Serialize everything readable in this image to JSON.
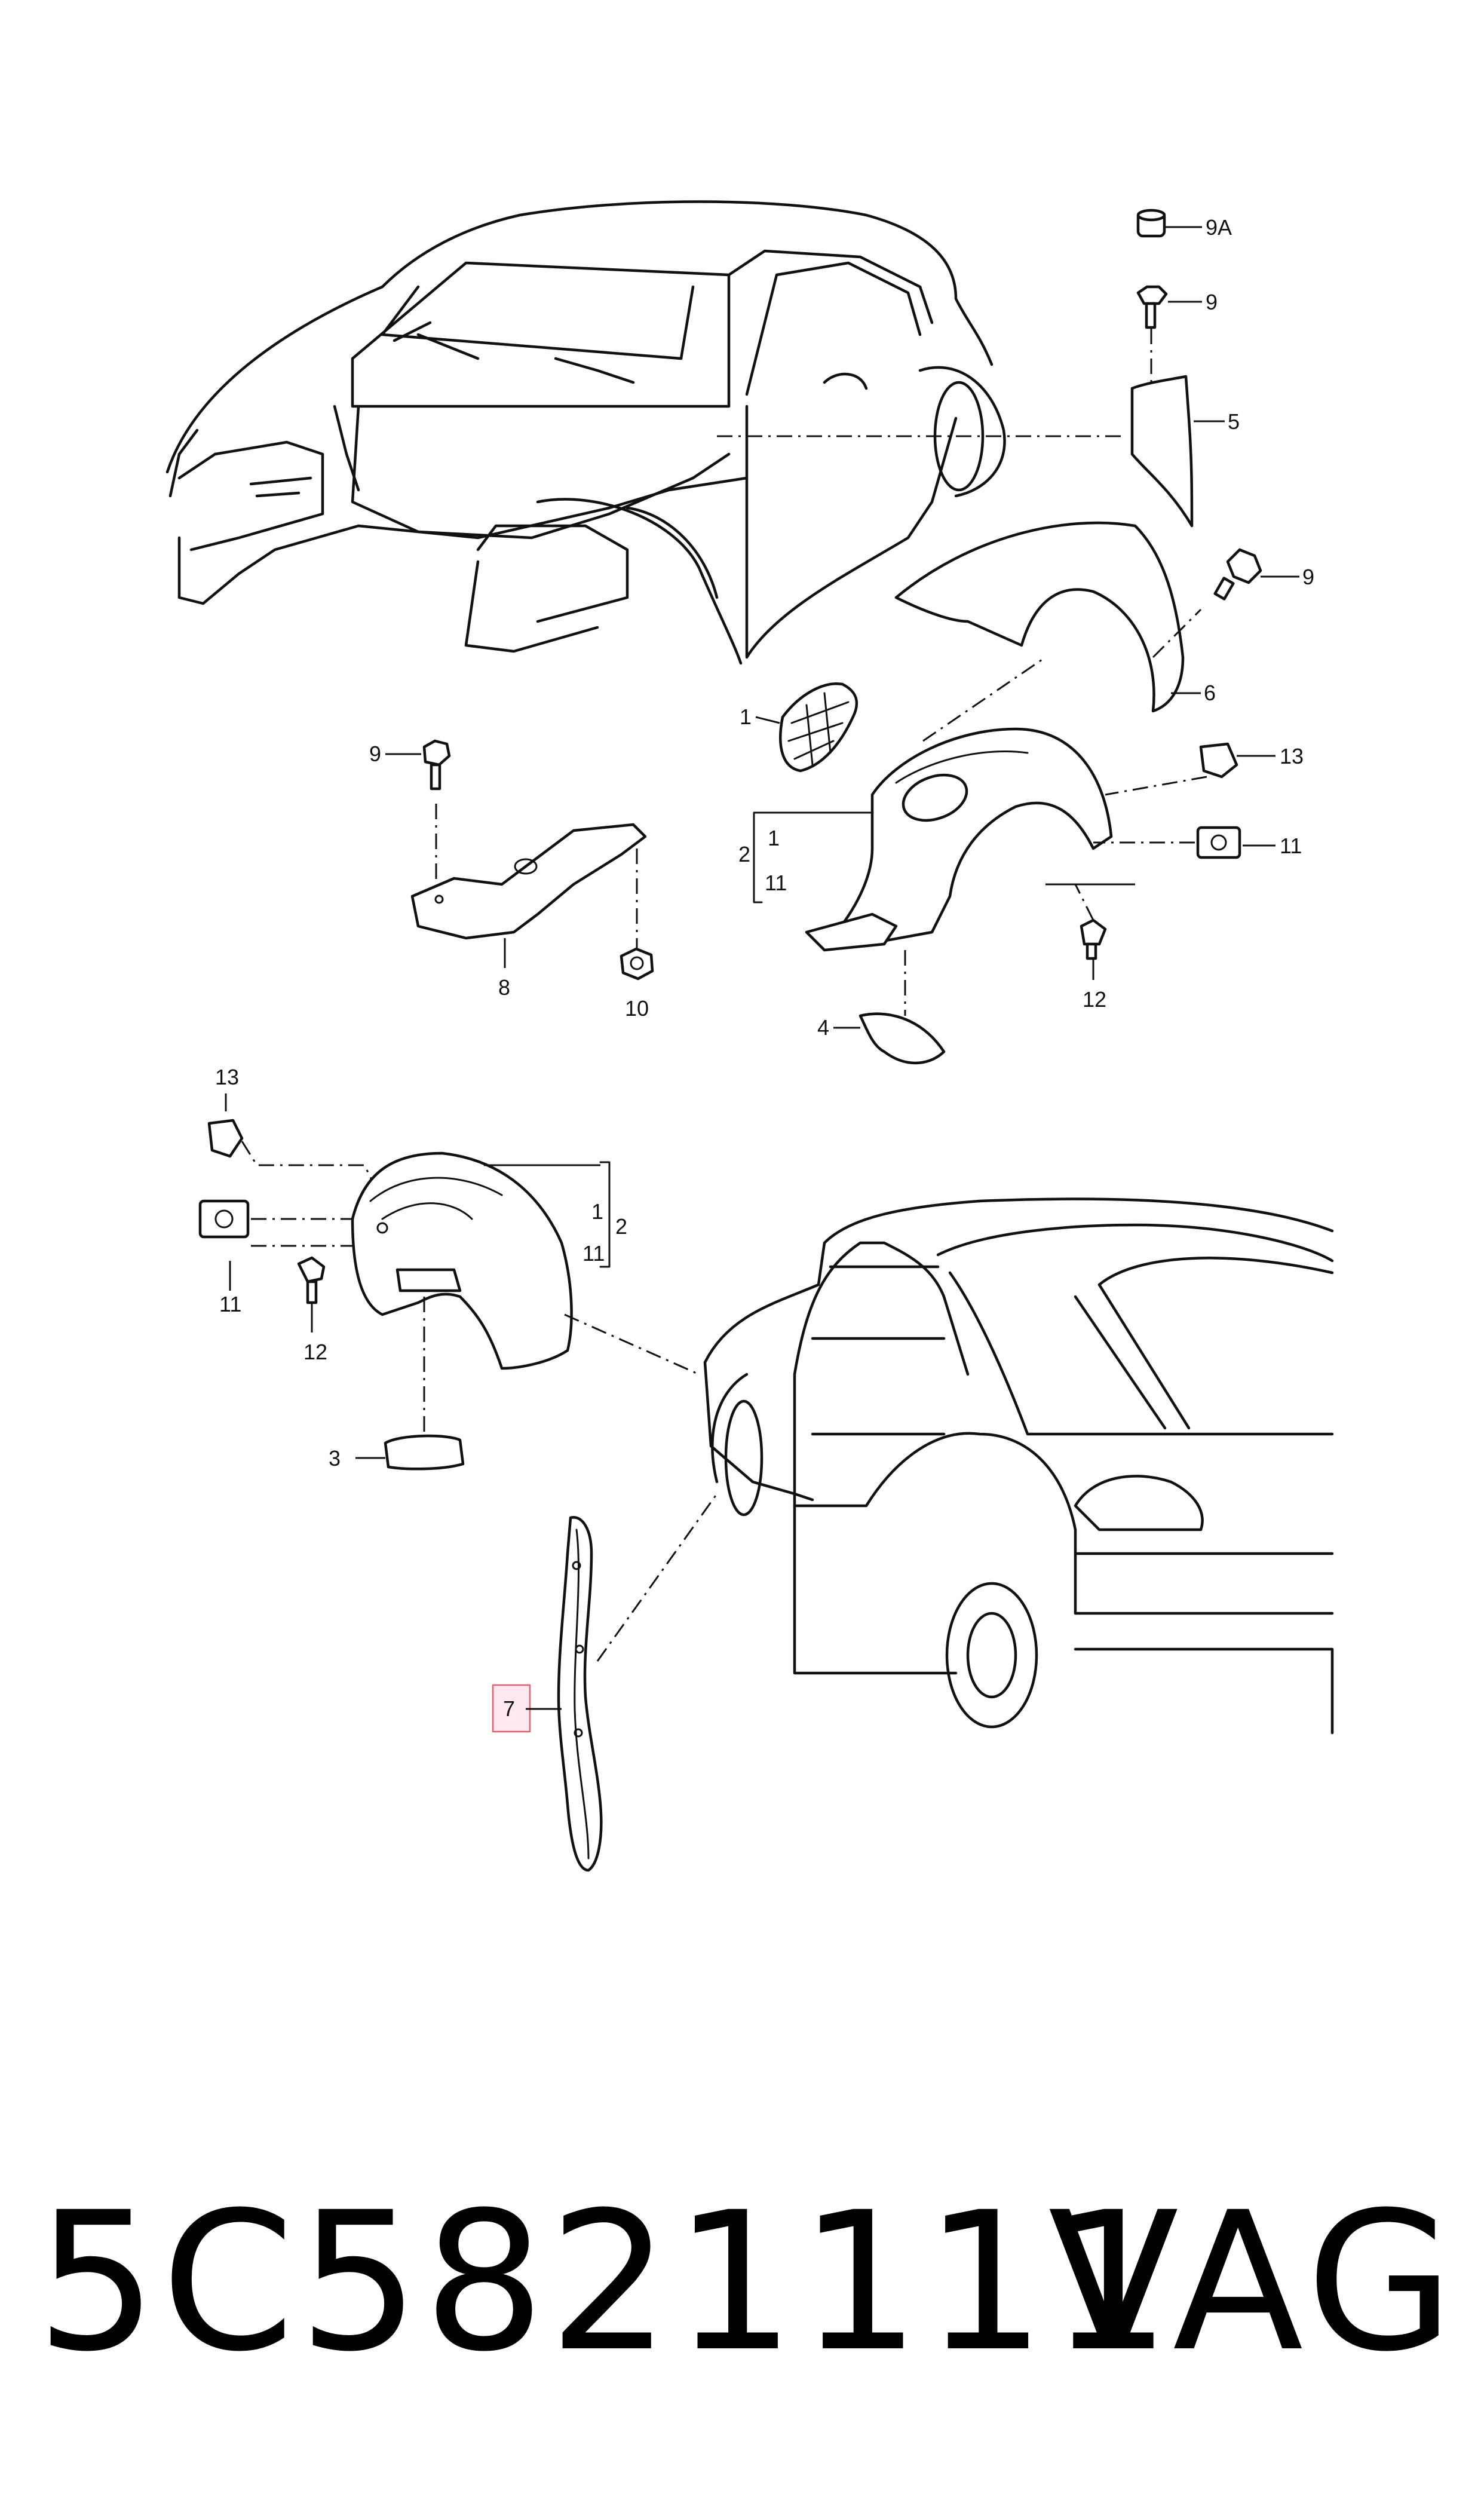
{
  "labels": {
    "l_9A": "9A",
    "l_9_top": "9",
    "l_5": "5",
    "l_9_fender": "9",
    "l_6": "6",
    "l_1": "1",
    "l_2a": "2",
    "l_1b": "1",
    "l_11b": "11",
    "l_13a": "13",
    "l_11a": "11",
    "l_12a": "12",
    "l_4": "4",
    "l_9_left": "9",
    "l_8": "8",
    "l_10": "10",
    "l_13b": "13",
    "l_11c": "11",
    "l_12b": "12",
    "l_1c": "1",
    "l_2b": "2",
    "l_11d": "11",
    "l_3": "3",
    "l_7": "7"
  },
  "footer": {
    "part_number": "5C5821111",
    "brand": "VAG"
  },
  "colors": {
    "highlight": "#e0606e",
    "line": "#111111"
  }
}
